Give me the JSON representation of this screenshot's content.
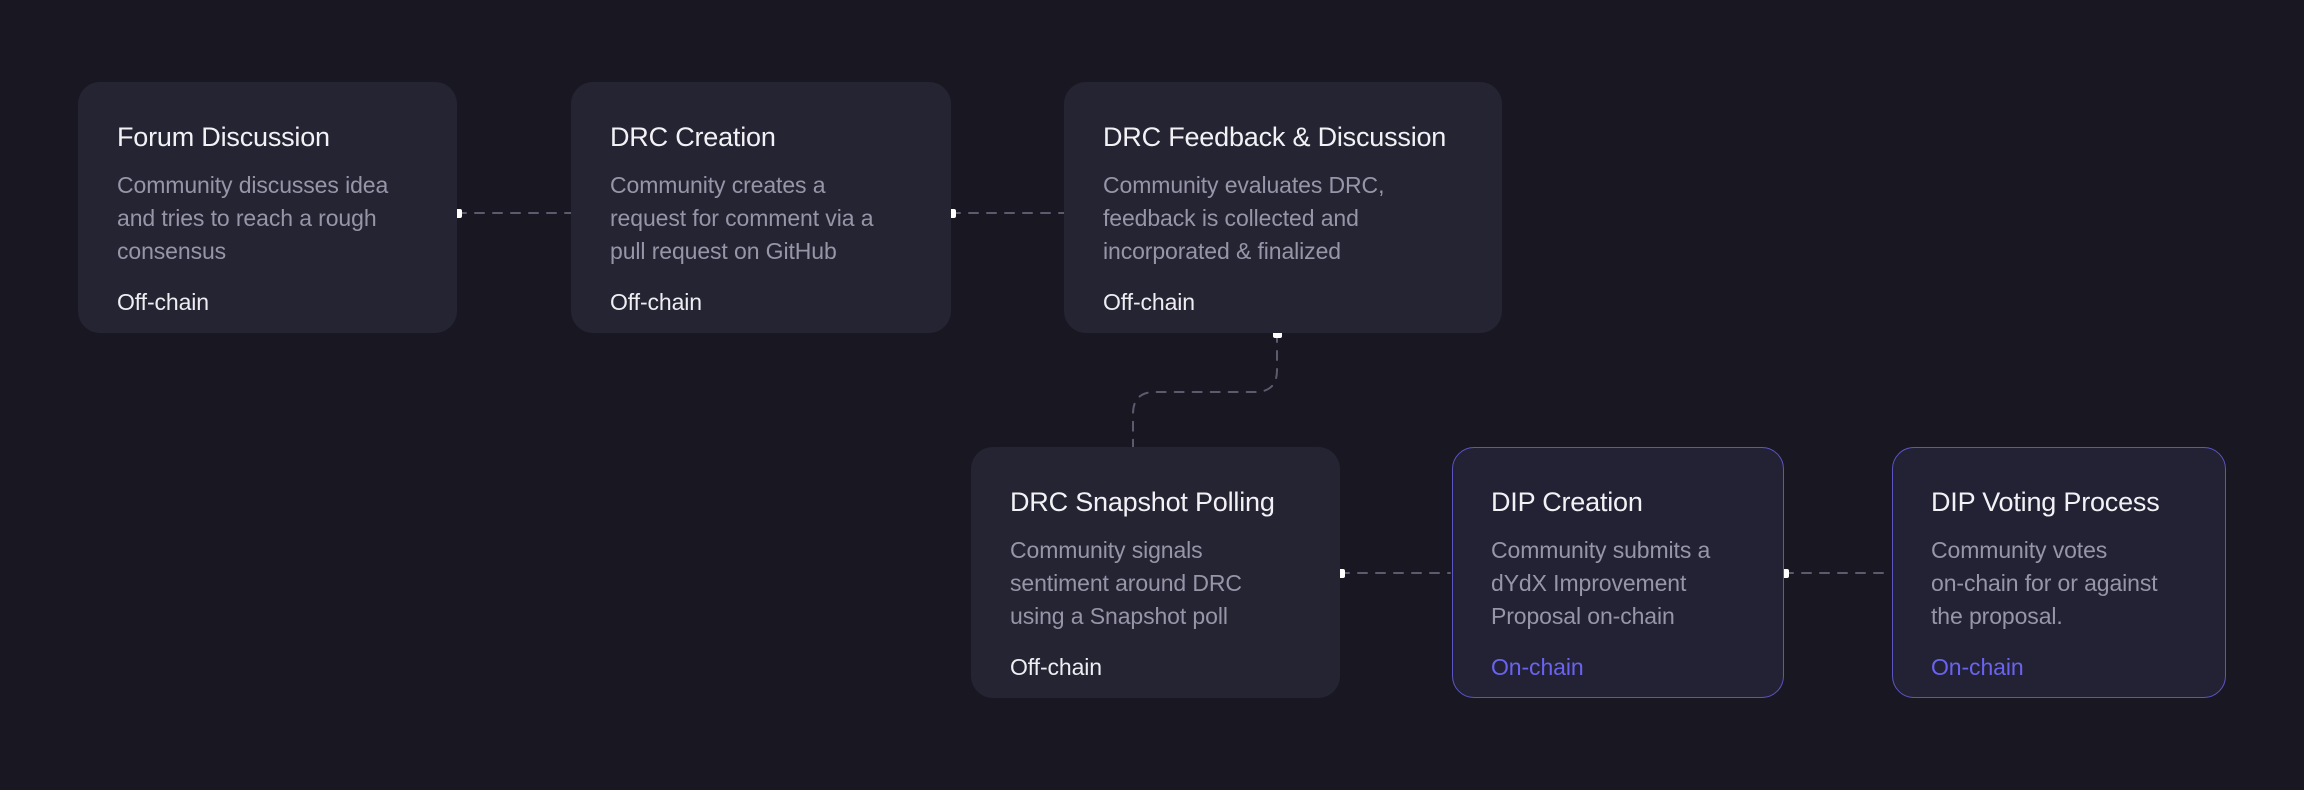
{
  "page": {
    "background": "#181722",
    "card_background": "#252433",
    "title_color": "#F2F2F6",
    "desc_color": "#9795A8",
    "offchain_color": "#EDEDF2",
    "onchain_color": "#6A63F0",
    "onchain_border_color": "#5B55C4",
    "connector_color": "#5C5B6E",
    "node_dot_color": "#FFFFFF"
  },
  "flow": {
    "steps": [
      {
        "id": "forum-discussion",
        "title": "Forum Discussion",
        "description": "Community discusses idea\nand tries to reach a rough\nconsensus",
        "chain": "Off-chain",
        "onchain": false
      },
      {
        "id": "drc-creation",
        "title": "DRC Creation",
        "description": "Community creates a\nrequest for comment via a\npull request on GitHub",
        "chain": "Off-chain",
        "onchain": false
      },
      {
        "id": "drc-feedback-discussion",
        "title": "DRC Feedback & Discussion",
        "description": "Community evaluates DRC,\nfeedback is collected and\nincorporated & finalized",
        "chain": "Off-chain",
        "onchain": false
      },
      {
        "id": "drc-snapshot-polling",
        "title": "DRC Snapshot Polling",
        "description": "Community signals\nsentiment around DRC\nusing a Snapshot poll",
        "chain": "Off-chain",
        "onchain": false
      },
      {
        "id": "dip-creation",
        "title": "DIP Creation",
        "description": "Community submits a\ndYdX Improvement\nProposal on-chain",
        "chain": "On-chain",
        "onchain": true
      },
      {
        "id": "dip-voting-process",
        "title": "DIP Voting Process",
        "description": "Community votes\non-chain for or against\nthe proposal.",
        "chain": "On-chain",
        "onchain": true
      }
    ],
    "connections": [
      {
        "from": "forum-discussion",
        "to": "drc-creation",
        "style": "dashed-horizontal"
      },
      {
        "from": "drc-creation",
        "to": "drc-feedback-discussion",
        "style": "dashed-horizontal"
      },
      {
        "from": "drc-feedback-discussion",
        "to": "drc-snapshot-polling",
        "style": "dashed-elbow"
      },
      {
        "from": "drc-snapshot-polling",
        "to": "dip-creation",
        "style": "dashed-horizontal"
      },
      {
        "from": "dip-creation",
        "to": "dip-voting-process",
        "style": "dashed-horizontal"
      }
    ]
  }
}
